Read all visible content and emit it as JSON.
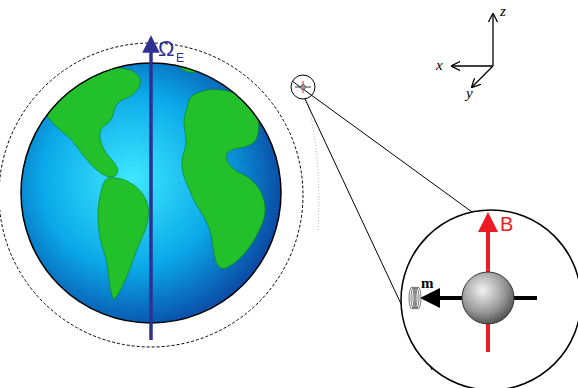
{
  "diagram": {
    "labels": [
      "Ω",
      "E",
      "z",
      "x",
      "y",
      "B",
      "m"
    ]
  }
}
